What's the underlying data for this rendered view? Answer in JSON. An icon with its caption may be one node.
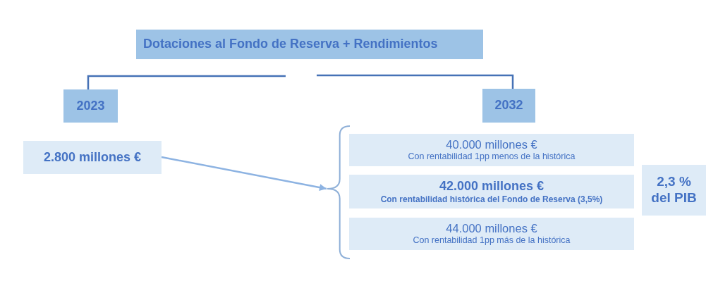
{
  "diagram": {
    "nodes": [
      {
        "text": [
          "Dotaciones al Fondo de Reserva + Rendimientos"
        ]
      },
      {
        "text": [
          "2023"
        ]
      },
      {
        "text": [
          "2032"
        ]
      },
      {
        "text": [
          "2.800 millones €"
        ]
      },
      {
        "text": [],
        "shape": "brace"
      },
      {
        "text": [
          "40.000 millones €",
          "Con rentabilidad 1pp menos de la histórica"
        ]
      },
      {
        "text": [
          "42.000 millones €",
          "Con rentabilidad histórica del Fondo de Reserva (3,5%)"
        ]
      },
      {
        "text": [
          "44.000 millones €",
          "Con rentabilidad 1pp más de la histórica"
        ]
      },
      {
        "text": [
          "2,3 % del PIB"
        ]
      }
    ],
    "edges": [
      {
        "from": null,
        "to": 1,
        "arrow": "none"
      },
      {
        "from": null,
        "to": 2,
        "arrow": "none"
      },
      {
        "from": 3,
        "to": 4,
        "arrow": "to",
        "color": "#8db3e2"
      }
    ]
  }
}
